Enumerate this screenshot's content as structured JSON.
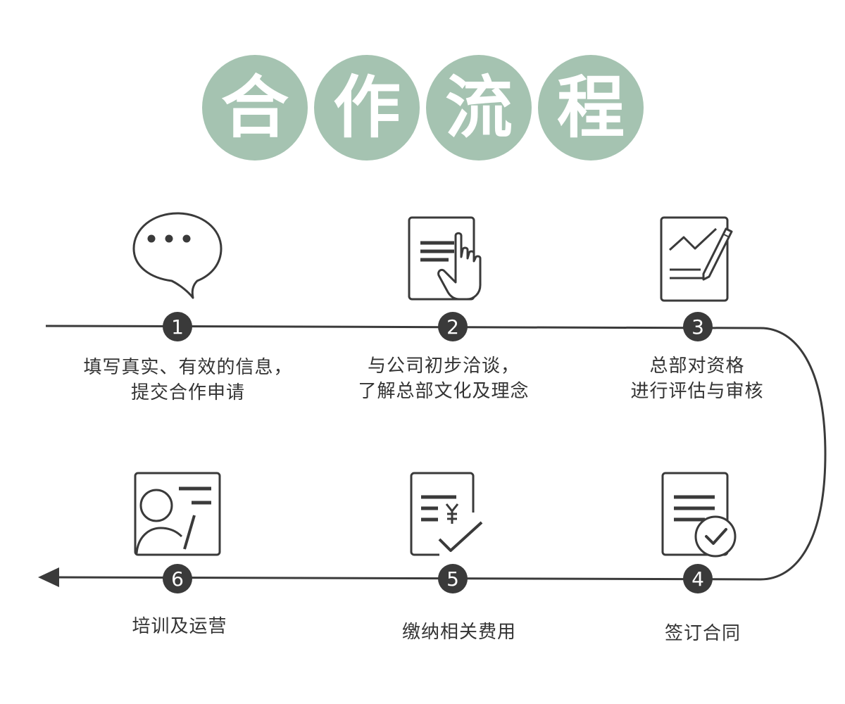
{
  "title": {
    "chars": [
      "合",
      "作",
      "流",
      "程"
    ]
  },
  "colors": {
    "title_circle": "#a5c3b1",
    "line": "#3a3a3a",
    "text": "#333333"
  },
  "steps": [
    {
      "number": "1",
      "icon": "speech-bubble-icon",
      "text_line1": "填写真实、有效的信息，",
      "text_line2": "提交合作申请"
    },
    {
      "number": "2",
      "icon": "document-hand-icon",
      "text_line1": "与公司初步洽谈，",
      "text_line2": "了解总部文化及理念"
    },
    {
      "number": "3",
      "icon": "document-chart-pen-icon",
      "text_line1": "总部对资格",
      "text_line2": "进行评估与审核"
    },
    {
      "number": "4",
      "icon": "document-check-icon",
      "text_line1": "签订合同",
      "text_line2": ""
    },
    {
      "number": "5",
      "icon": "invoice-yen-check-icon",
      "text_line1": "缴纳相关费用",
      "text_line2": ""
    },
    {
      "number": "6",
      "icon": "training-person-icon",
      "text_line1": "培训及运营",
      "text_line2": ""
    }
  ]
}
